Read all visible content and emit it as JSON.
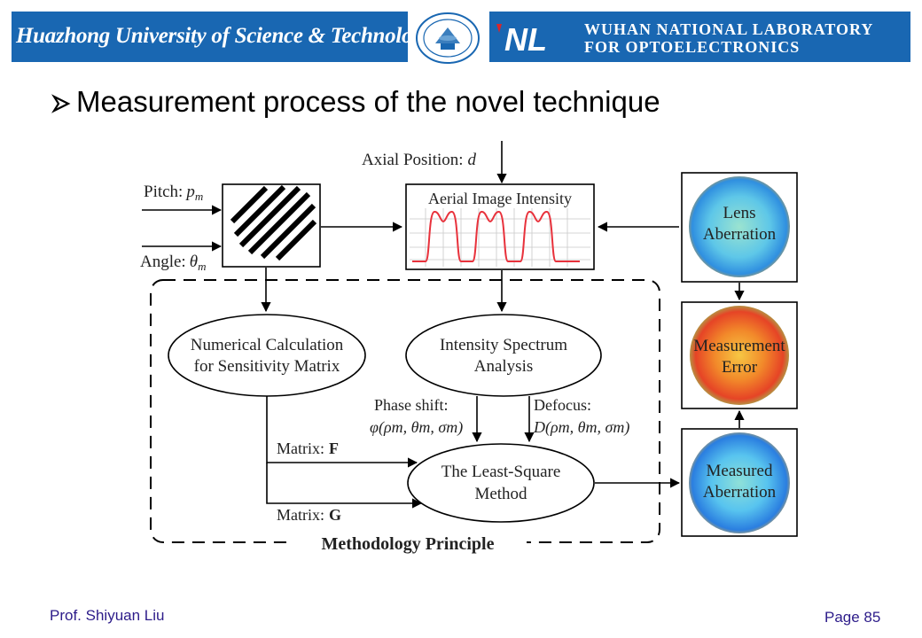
{
  "header": {
    "university": "Huazhong University of Science & Technology",
    "lab_line1": "WUHAN NATIONAL LABORATORY",
    "lab_line2": "FOR OPTOELECTRONICS",
    "lab_logo": "NL"
  },
  "title": "Measurement process of the novel technique",
  "diagram": {
    "axial_position": "Axial Position:",
    "axial_var": "d",
    "pitch": "Pitch:",
    "pitch_var": "p",
    "pitch_sub": "m",
    "angle": "Angle:",
    "angle_var": "θ",
    "angle_sub": "m",
    "aerial_title": "Aerial Image Intensity",
    "lens_aberration": [
      "Lens",
      "Aberration"
    ],
    "numerical_calc": [
      "Numerical Calculation",
      "for Sensitivity Matrix"
    ],
    "intensity_spectrum": [
      "Intensity Spectrum",
      "Analysis"
    ],
    "phase_shift": "Phase shift:",
    "phase_formula": "φ(ρm, θm, σm)",
    "defocus": "Defocus:",
    "defocus_formula": "D(ρm, θm, σm)",
    "matrix_f_label": "Matrix:",
    "matrix_f": "F",
    "matrix_g_label": "Matrix:",
    "matrix_g": "G",
    "least_square": [
      "The Least-Square",
      "Method"
    ],
    "measurement_error": [
      "Measurement",
      "Error"
    ],
    "measured_aberration": [
      "Measured",
      "Aberration"
    ],
    "methodology": "Methodology Principle"
  },
  "footer": {
    "author": "Prof. Shiyuan Liu",
    "page": "Page 85"
  },
  "colors": {
    "header_blue": "#1967b2",
    "footer_text": "#2d1c8a",
    "curve_red": "#e8323c"
  },
  "icons": [
    "university-seal-icon",
    "nl-logo-icon",
    "arrow-bullet-icon"
  ]
}
